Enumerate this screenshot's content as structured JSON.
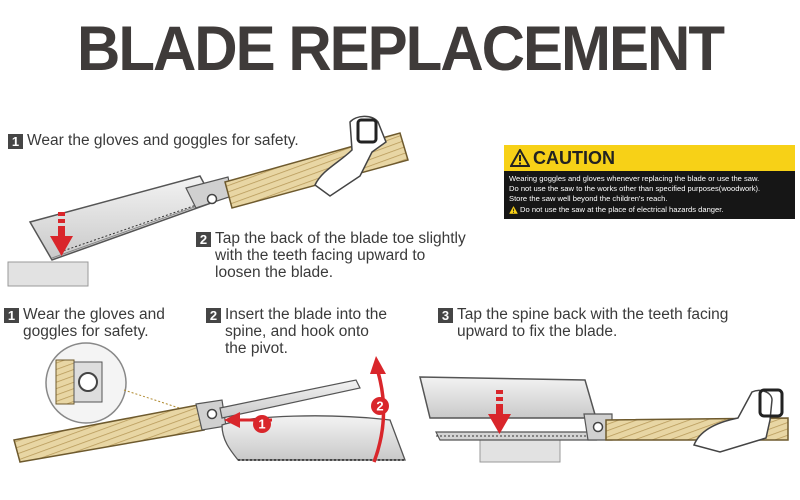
{
  "title": "BLADE REPLACEMENT",
  "top_steps": [
    {
      "num": "1",
      "text": "Wear the gloves and goggles for safety."
    },
    {
      "num": "2",
      "lines": [
        "Tap the back of the blade toe slightly",
        "with the teeth facing upward to",
        "loosen the blade."
      ]
    }
  ],
  "bottom_steps": [
    {
      "num": "1",
      "lines": [
        "Wear the gloves and",
        "goggles for safety."
      ]
    },
    {
      "num": "2",
      "lines": [
        "Insert the blade into the",
        "spine, and hook onto",
        "the pivot."
      ]
    },
    {
      "num": "3",
      "lines": [
        "Tap the spine back with the teeth facing",
        "upward to fix the blade."
      ]
    }
  ],
  "caution": {
    "heading": "CAUTION",
    "lines": [
      "Wearing goggles and gloves whenever replacing the blade or use the saw.",
      "Do not use the saw to the works other than specified purposes(woodwork).",
      "Store the saw well beyond the children's reach."
    ],
    "warning": "Do not use the saw at the place of electrical hazards danger.",
    "colors": {
      "band": "#f7d117",
      "body": "#161616",
      "text": "#ffffff"
    }
  },
  "diagram_markers": [
    "1",
    "2"
  ],
  "colors": {
    "arrow_red": "#d9262b",
    "handle": "#e6cf97",
    "metal": "#d4d4d4",
    "block": "#e2e2e2"
  }
}
